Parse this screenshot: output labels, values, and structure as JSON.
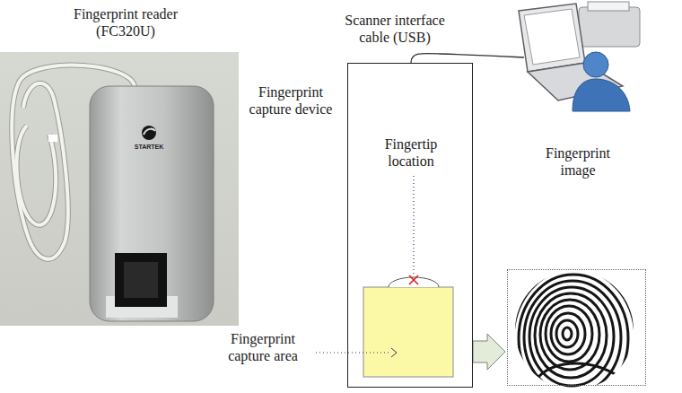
{
  "diagram": {
    "nodes": [
      {
        "text": [
          "Fingerprint capture device",
          "Fingertip location"
        ]
      },
      {
        "text": [
          "Fingerprint image"
        ]
      }
    ],
    "edges": [
      {
        "from": 0,
        "to": 1,
        "arrow": "to"
      }
    ],
    "labels": [
      "Fingerprint reader (FC320U)",
      "Scanner interface cable (USB)",
      "Fingerprint capture area",
      "STARTEK"
    ]
  }
}
